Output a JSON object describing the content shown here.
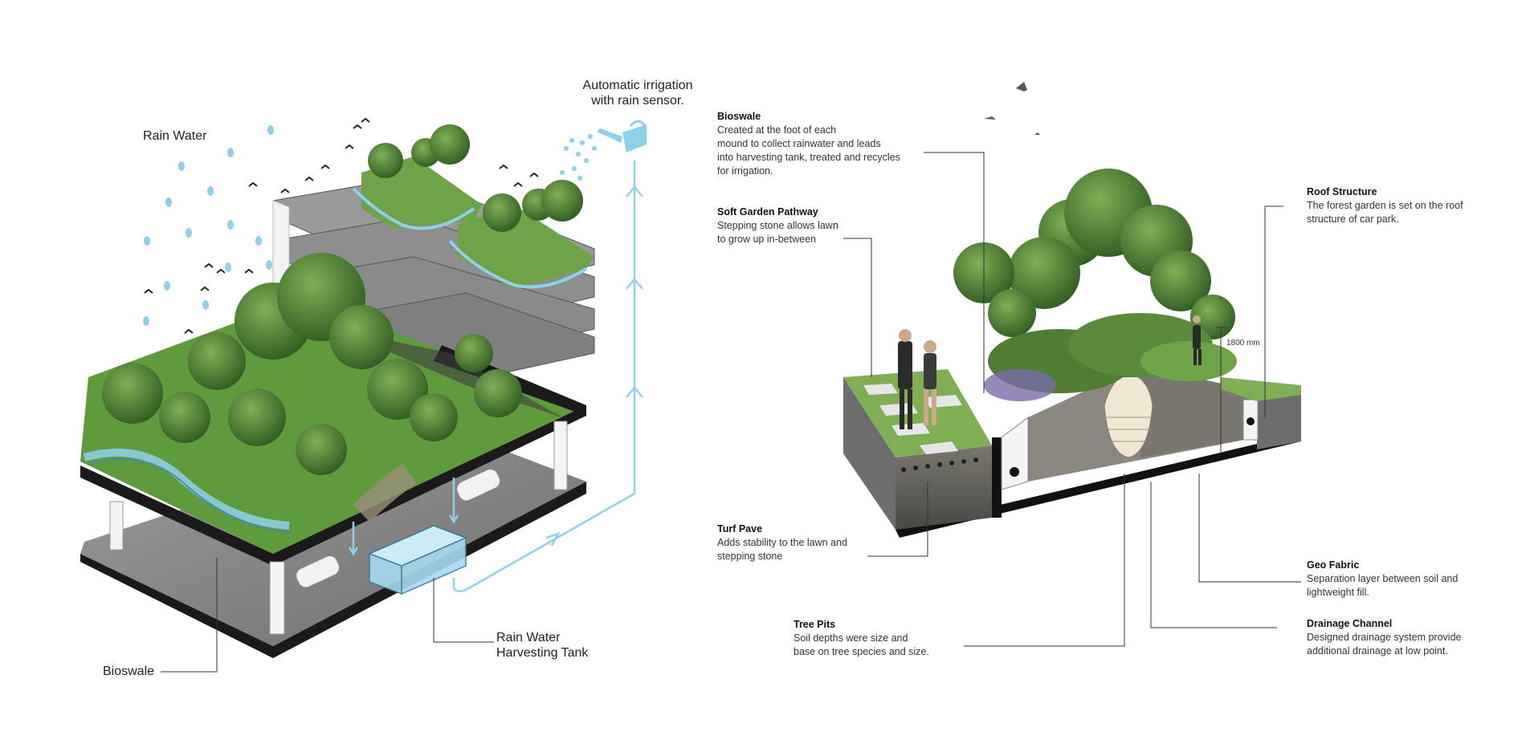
{
  "left": {
    "rain_water": "Rain Water",
    "irrigation": "Automatic irrigation\nwith rain sensor.",
    "tank": "Rain Water\nHarvesting Tank",
    "bioswale": "Bioswale"
  },
  "right": {
    "dimension": "1800 mm",
    "notes": [
      {
        "title": "Bioswale",
        "desc": "Created at the foot of each\nmound to collect rainwater and leads\ninto harvesting tank, treated and recycles\nfor irrigation."
      },
      {
        "title": "Soft Garden Pathway",
        "desc": "Stepping stone allows lawn\nto grow up in-between"
      },
      {
        "title": "Turf Pave",
        "desc": "Adds stability to the lawn and\nstepping stone"
      },
      {
        "title": "Tree Pits",
        "desc": "Soil depths were size and\nbase on tree species and size."
      },
      {
        "title": "Roof Structure",
        "desc": "The forest garden is set on the roof\nstructure of car park."
      },
      {
        "title": "Geo Fabric",
        "desc": "Separation layer between soil and\nlightweight fill."
      },
      {
        "title": "Drainage Channel",
        "desc": "Designed drainage system provide\nadditional drainage at low point."
      }
    ]
  },
  "colors": {
    "water": "#8fd0ea",
    "concrete": "#8a8a8a",
    "slab": "#1a1a1a",
    "grass": "#6fa34a",
    "tree": "#4e7d33",
    "soil": "#9a8f7a"
  }
}
